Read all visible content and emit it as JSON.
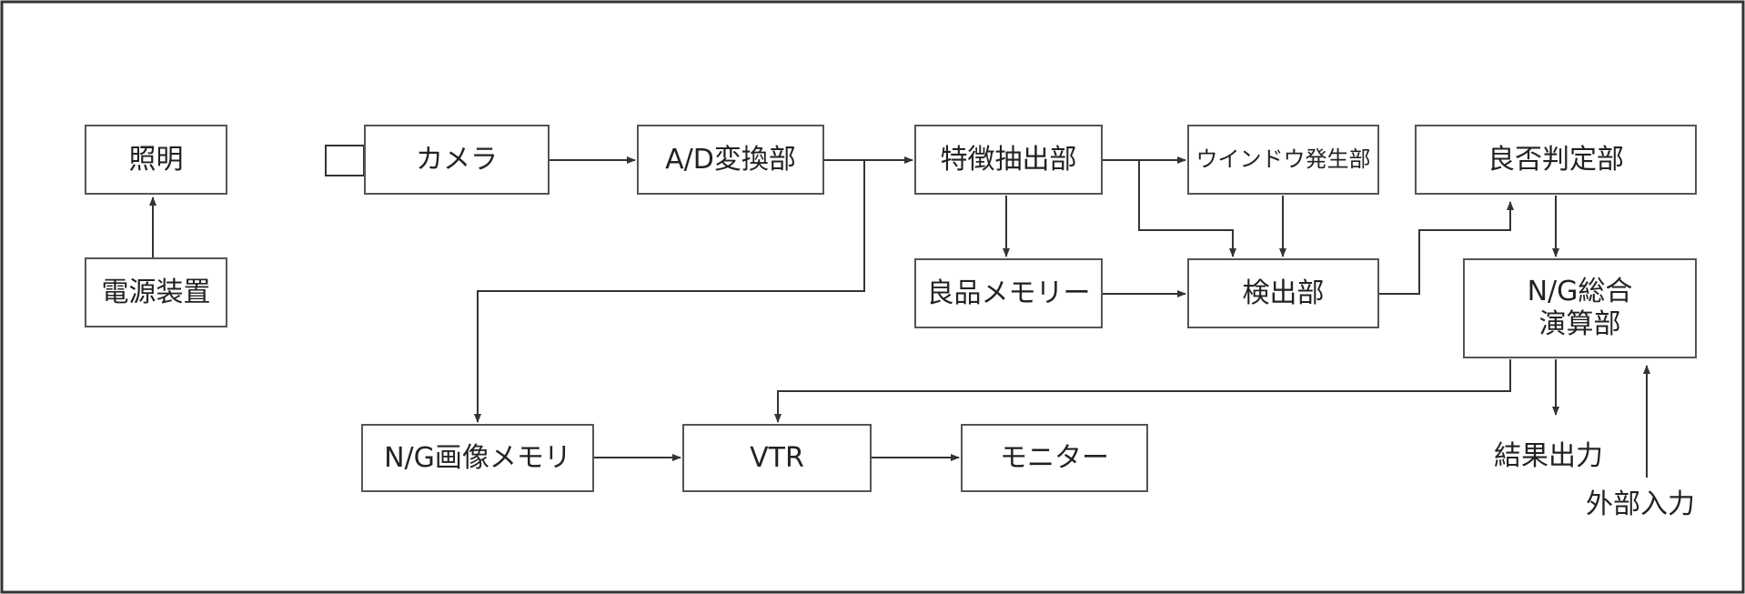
{
  "blocks": {
    "lighting": "照明",
    "power_supply": "電源装置",
    "camera": "カメラ",
    "ad_converter": "A/D変換部",
    "feature_extraction": "特徴抽出部",
    "window_generator": "ウインドウ発生部",
    "pass_fail_judgment": "良否判定部",
    "good_memory": "良品メモリー",
    "detector": "検出部",
    "ng_overall_line1": "N/G総合",
    "ng_overall_line2": "演算部",
    "ng_image_memory": "N/G画像メモリ",
    "vtr": "VTR",
    "monitor": "モニター"
  },
  "labels": {
    "result_output": "結果出力",
    "external_input": "外部入力"
  }
}
